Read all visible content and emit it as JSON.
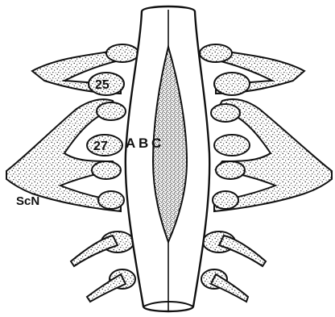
{
  "figure": {
    "labels": {
      "segment_25": "25",
      "segment_27": "27",
      "letter_a": "A",
      "letter_b": "B",
      "letter_c": "C",
      "scn": "ScN"
    },
    "colors": {
      "ink": "#111111",
      "paper": "#ffffff",
      "stipple": "#333333"
    }
  }
}
